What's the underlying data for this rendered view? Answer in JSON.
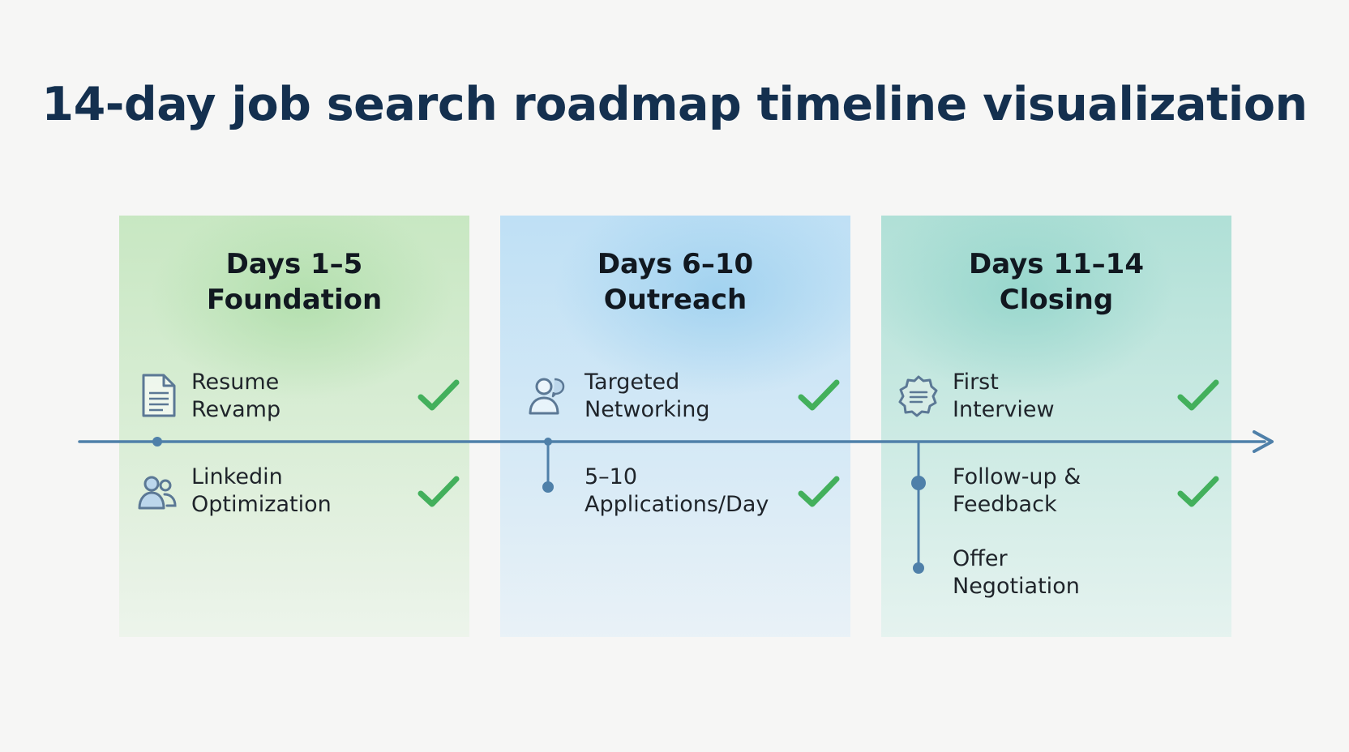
{
  "title": "14-day job search roadmap timeline visualization",
  "colors": {
    "title": "#14304f",
    "timeline": "#4f80a9",
    "check": "#43b05c",
    "icon": "#5b7895",
    "panel_1": "#c4e6be",
    "panel_2": "#badef5",
    "panel_3": "#aaded4"
  },
  "phases": [
    {
      "days": "Days 1–5",
      "name": "Foundation",
      "tasks": [
        {
          "line1": "Resume",
          "line2": "Revamp",
          "icon": "document-icon",
          "checked": true
        },
        {
          "line1": "Linkedin",
          "line2": "Optimization",
          "icon": "users-icon",
          "checked": true
        }
      ]
    },
    {
      "days": "Days 6–10",
      "name": "Outreach",
      "tasks": [
        {
          "line1": "Targeted",
          "line2": "Networking",
          "icon": "person-chat-icon",
          "checked": true
        },
        {
          "line1": "5–10",
          "line2": "Applications/Day",
          "checked": true
        }
      ]
    },
    {
      "days": "Days 11–14",
      "name": "Closing",
      "tasks": [
        {
          "line1": "First",
          "line2": "Interview",
          "icon": "badge-chat-icon",
          "checked": true
        },
        {
          "line1": "Follow-up &",
          "line2": "Feedback",
          "checked": true
        },
        {
          "line1": "Offer",
          "line2": "Negotiation",
          "checked": false
        }
      ]
    }
  ]
}
